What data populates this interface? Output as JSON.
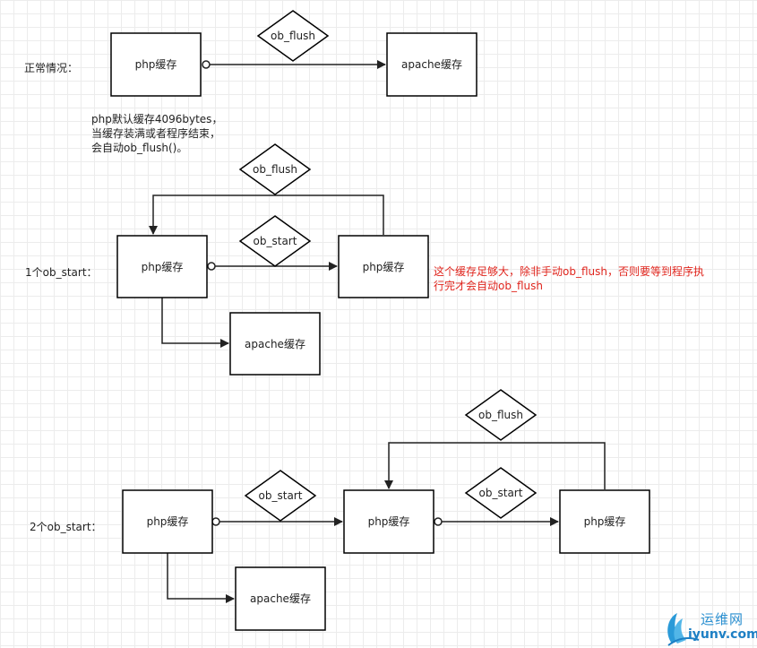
{
  "scenarios": {
    "normal_label": "正常情况：",
    "one_label": "1个ob_start：",
    "two_label": "2个ob_start："
  },
  "nodes": {
    "php_buffer": "php缓存",
    "apache_buffer": "apache缓存",
    "ob_flush": "ob_flush",
    "ob_start": "ob_start"
  },
  "notes": {
    "default_buffer": [
      "php默认缓存4096bytes，",
      "当缓存装满或者程序结束，",
      "会自动ob_flush()。"
    ],
    "one_start_note": [
      "这个缓存足够大，除非手动ob_flush，否则要等到程序执",
      "行完才会自动ob_flush"
    ]
  },
  "watermark": {
    "top": "运维网",
    "bottom": "iyunv.com"
  },
  "colors": {
    "note_red": "#e0261e",
    "watermark_blue": "#1d7fc4"
  }
}
